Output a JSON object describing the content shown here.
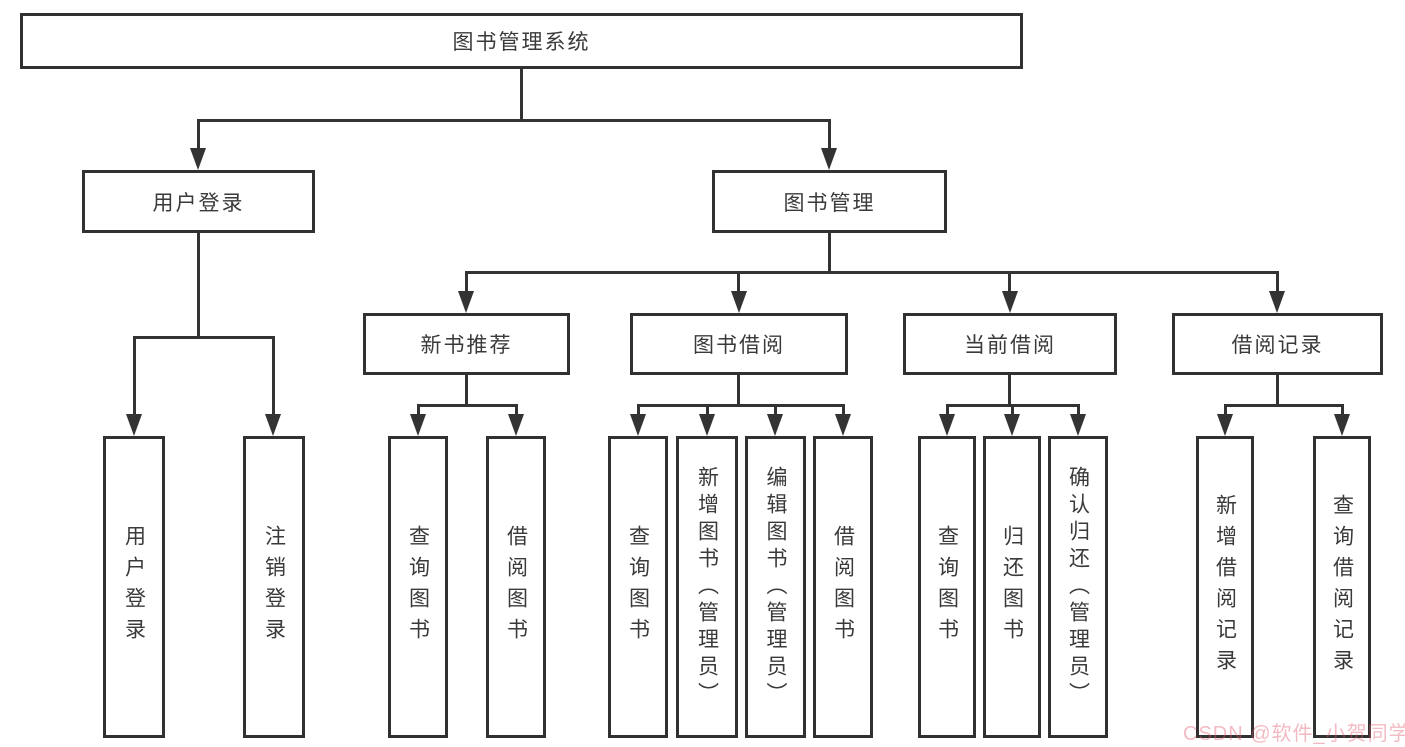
{
  "tree": {
    "label": "图书管理系统",
    "children": [
      {
        "label": "用户登录",
        "children": [
          {
            "label": "用户登录"
          },
          {
            "label": "注销登录"
          }
        ]
      },
      {
        "label": "图书管理",
        "children": [
          {
            "label": "新书推荐",
            "children": [
              {
                "label": "查询图书"
              },
              {
                "label": "借阅图书"
              }
            ]
          },
          {
            "label": "图书借阅",
            "children": [
              {
                "label": "查询图书"
              },
              {
                "label": "新增图书（管理员）"
              },
              {
                "label": "编辑图书（管理员）"
              },
              {
                "label": "借阅图书"
              }
            ]
          },
          {
            "label": "当前借阅",
            "children": [
              {
                "label": "查询图书"
              },
              {
                "label": "归还图书"
              },
              {
                "label": "确认归还（管理员）"
              }
            ]
          },
          {
            "label": "借阅记录",
            "children": [
              {
                "label": "新增借阅记录"
              },
              {
                "label": "查询借阅记录"
              }
            ]
          }
        ]
      }
    ]
  },
  "watermark": {
    "text": "CSDN @软件_小贺同学",
    "color": "#e9aab4"
  },
  "colors": {
    "line": "#333333",
    "box_border": "#313131",
    "text": "#3a3a3a",
    "background": "#ffffff"
  }
}
